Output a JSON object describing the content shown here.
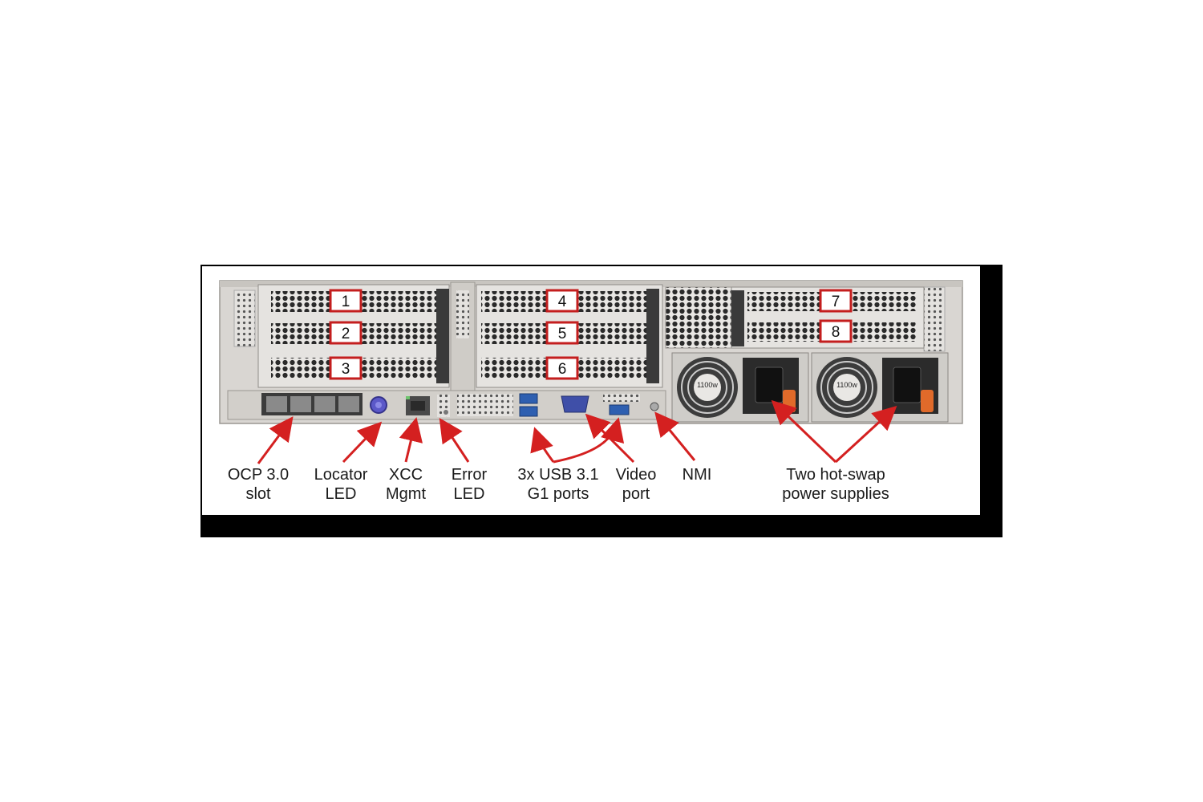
{
  "slot_numbers": [
    "1",
    "2",
    "3",
    "4",
    "5",
    "6",
    "7",
    "8"
  ],
  "psu_rating": "1100w",
  "callouts": {
    "ocp": {
      "line1": "OCP 3.0",
      "line2": "slot"
    },
    "locator": {
      "line1": "Locator",
      "line2": "LED"
    },
    "xcc": {
      "line1": "XCC",
      "line2": "Mgmt"
    },
    "error": {
      "line1": "Error",
      "line2": "LED"
    },
    "usb": {
      "line1": "3x USB 3.1",
      "line2": "G1 ports"
    },
    "video": {
      "line1": "Video",
      "line2": "port"
    },
    "nmi": {
      "line1": "NMI"
    },
    "psu": {
      "line1": "Two hot-swap",
      "line2": "power supplies"
    }
  },
  "colors": {
    "callout_red": "#d42020",
    "chassis": "#d9d6d2",
    "frame": "#000000"
  }
}
